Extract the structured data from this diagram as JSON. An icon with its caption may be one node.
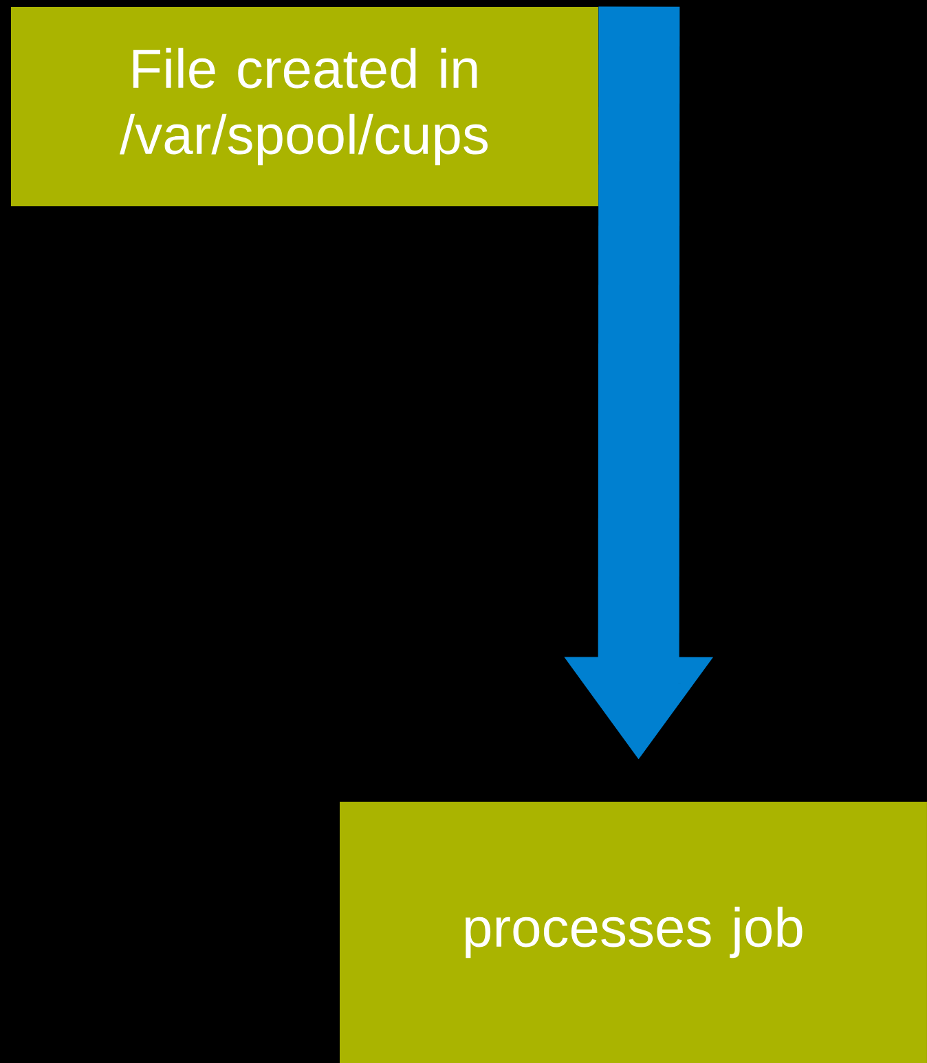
{
  "diagram": {
    "nodes": [
      {
        "text": [
          "File created in /var/spool/cups"
        ]
      },
      {
        "text": [
          "processes job"
        ]
      }
    ],
    "edges": [
      {
        "from": 0,
        "to": 1,
        "arrow": "to"
      }
    ]
  }
}
